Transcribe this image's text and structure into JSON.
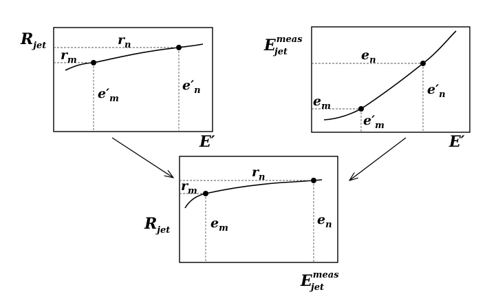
{
  "panel_top_left": {
    "y_axis": {
      "base": "R",
      "sub": "jet"
    },
    "x_axis": "E′",
    "top_label": {
      "base": "r",
      "sub": "n"
    },
    "side_label": {
      "base": "r",
      "sub": "m"
    },
    "v_label_m": {
      "base": "e′",
      "sub": "m"
    },
    "v_label_n": {
      "base": "e′",
      "sub": "n"
    }
  },
  "panel_top_right": {
    "y_axis": {
      "base": "E",
      "sub": "jet",
      "sup": "meas"
    },
    "x_axis": "E′",
    "top_label": {
      "base": "e",
      "sub": "n"
    },
    "side_label": {
      "base": "e",
      "sub": "m"
    },
    "v_label_m": {
      "base": "e′",
      "sub": "m"
    },
    "v_label_n": {
      "base": "e′",
      "sub": "n"
    }
  },
  "panel_bottom": {
    "y_axis": {
      "base": "R",
      "sub": "jet"
    },
    "x_axis": {
      "base": "E",
      "sub": "jet",
      "sup": "meas"
    },
    "top_label": {
      "base": "r",
      "sub": "n"
    },
    "side_label": {
      "base": "r",
      "sub": "m"
    },
    "v_label_m": {
      "base": "e",
      "sub": "m"
    },
    "v_label_n": {
      "base": "e",
      "sub": "n"
    }
  }
}
